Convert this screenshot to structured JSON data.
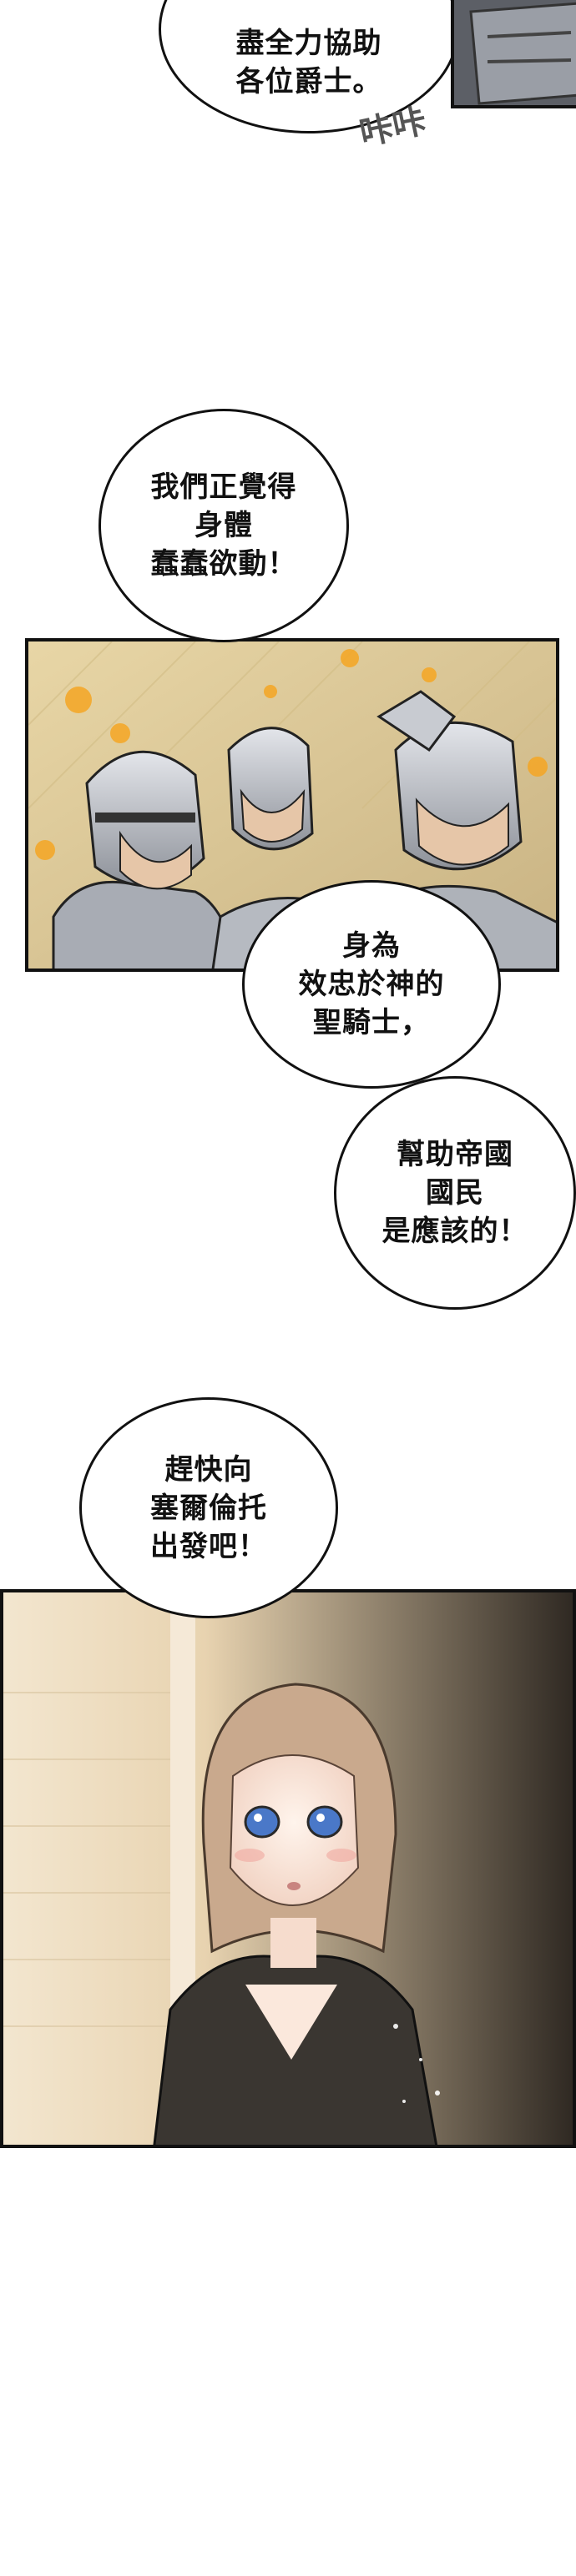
{
  "bubbles": {
    "top": [
      "盡全力協助",
      "各位爵士。"
    ],
    "knights_feel": [
      "我們正覺得",
      "身體",
      "蠢蠢欲動！"
    ],
    "holy_knights": [
      "身為",
      "效忠於神的",
      "聖騎士，"
    ],
    "help_citizens": [
      "幫助帝國",
      "國民",
      "是應該的！"
    ],
    "depart": [
      "趕快向",
      "塞爾倫托",
      "出發吧！"
    ]
  },
  "sfx": {
    "clank": "咔咔"
  },
  "colors": {
    "ink": "#111111",
    "armor": "#b9bcc3",
    "bokeh": "#f5a623",
    "sepia_bg": "#d9c48f",
    "hair": "#c9a98d",
    "eyes": "#4a78c8",
    "cloak": "#3a3631"
  }
}
